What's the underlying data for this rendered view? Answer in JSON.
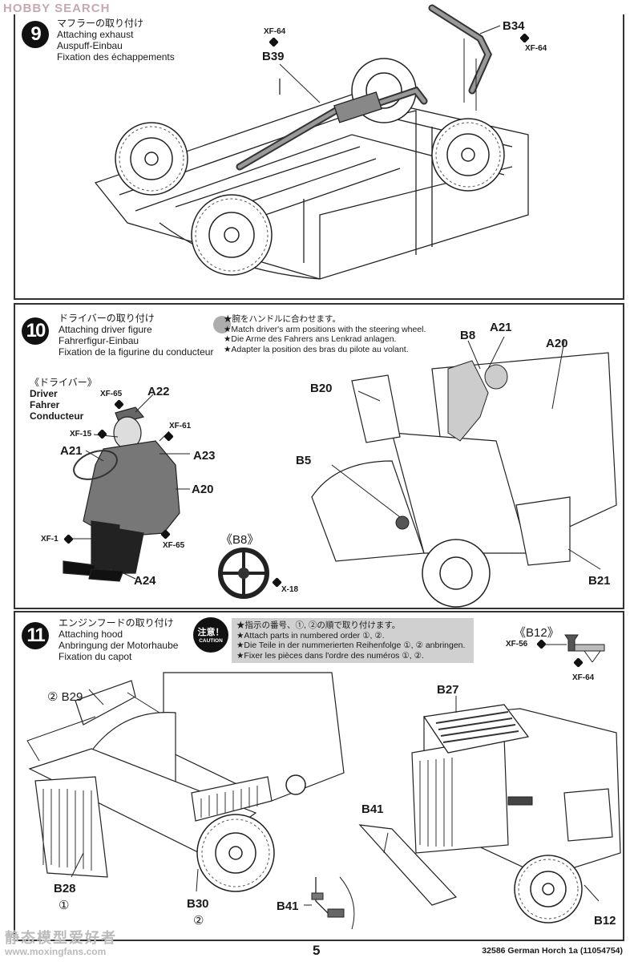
{
  "watermarks": {
    "top": "HOBBY SEARCH",
    "bottom_cn": "静态模型爱好者",
    "bottom_url": "www.moxingfans.com"
  },
  "step9": {
    "number": "9",
    "title_jp": "マフラーの取り付け",
    "title_en": "Attaching exhaust",
    "title_de": "Auspuff-Einbau",
    "title_fr": "Fixation des échappements",
    "parts": {
      "b39": "B39",
      "b34": "B34"
    },
    "paints": {
      "b39": "XF-64",
      "b34": "XF-64"
    }
  },
  "step10": {
    "number": "10",
    "title_jp": "ドライバーの取り付け",
    "title_en": "Attaching driver figure",
    "title_de": "Fahrerfigur-Einbau",
    "title_fr": "Fixation de la figurine du conducteur",
    "notes": [
      "★腕をハンドルに合わせます。",
      "★Match driver's arm positions with the steering wheel.",
      "★Die Arme des Fahrers ans Lenkrad anlagen.",
      "★Adapter la position des bras du pilote au volant."
    ],
    "driver_heading": {
      "jp": "《ドライバー》",
      "en": "Driver",
      "de": "Fahrer",
      "fr": "Conducteur"
    },
    "figure_parts": {
      "a22": "A22",
      "a23": "A23",
      "a21": "A21",
      "a20": "A20",
      "a24": "A24"
    },
    "figure_paints": {
      "cap": "XF-65",
      "face": "XF-15",
      "collar": "XF-61",
      "boots": "XF-1",
      "trousers": "XF-65"
    },
    "wheel_detail": {
      "title": "《B8》",
      "paint": "X-18"
    },
    "assembly_parts": {
      "b8": "B8",
      "a21": "A21",
      "a20": "A20",
      "b20": "B20",
      "b5": "B5",
      "b21": "B21"
    }
  },
  "step11": {
    "number": "11",
    "title_jp": "エンジンフードの取り付け",
    "title_en": "Attaching hood",
    "title_de": "Anbringung der Motorhaube",
    "title_fr": "Fixation du capot",
    "caution_badge": {
      "jp": "注意！",
      "en": "CAUTION"
    },
    "caution_notes": [
      "★指示の番号、①, ②の順で取り付けます。",
      "★Attach parts in numbered order ①, ②.",
      "★Die Teile in der nummerierten Reihenfolge ①, ② anbringen.",
      "★Fixer les pièces dans l'ordre des numéros ①, ②."
    ],
    "b12_detail": {
      "title": "《B12》",
      "paint1": "XF-56",
      "paint2": "XF-64"
    },
    "parts": {
      "b29": "② B29",
      "b28": "B28",
      "b28_order": "①",
      "b30": "B30",
      "b30_order": "②",
      "b41a": "B41",
      "b27": "B27",
      "b41b": "B41",
      "b12": "B12"
    }
  },
  "footer": {
    "page": "5",
    "code": "32586  German Horch 1a (11054754)"
  }
}
